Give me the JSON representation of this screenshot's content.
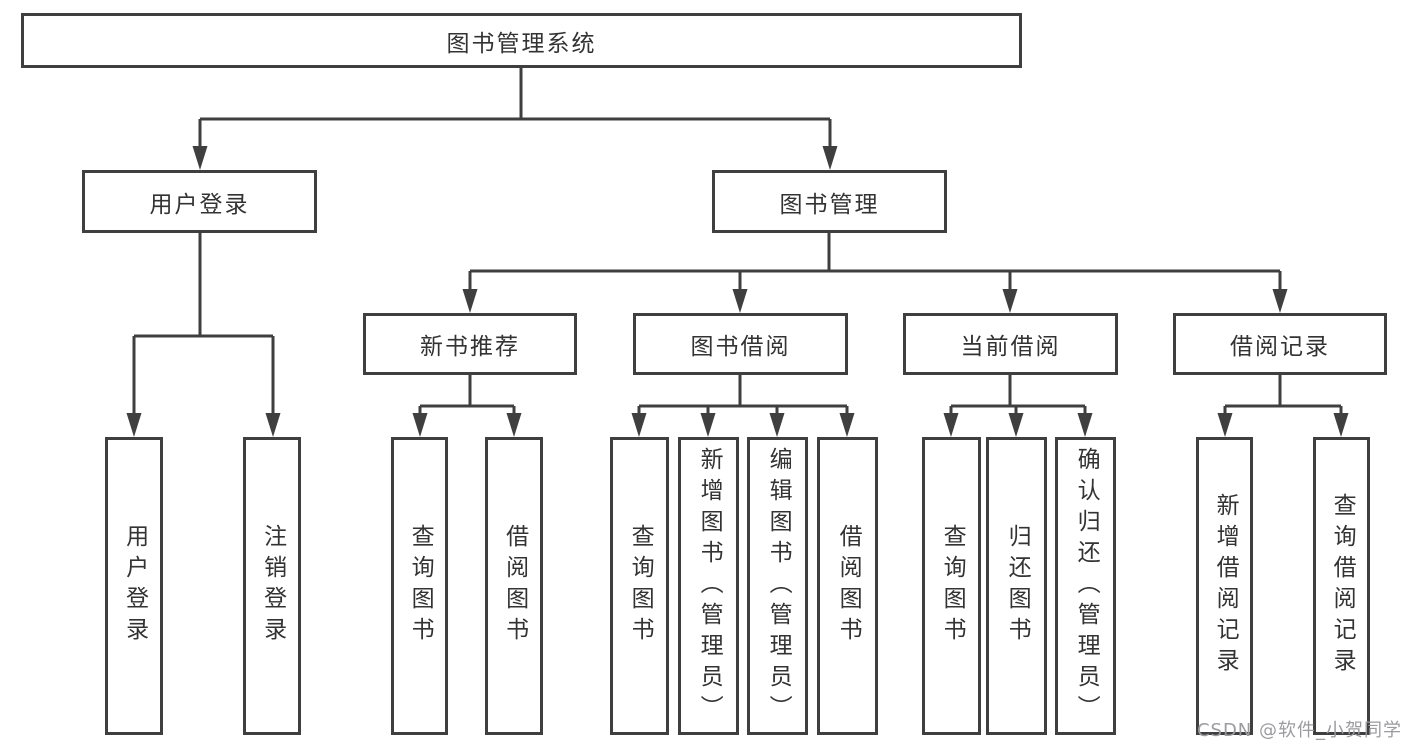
{
  "colors": {
    "line": "#3f3f3f",
    "box_border": "#3f3f3f",
    "text": "#333333",
    "background": "#ffffff",
    "watermark": "#9b9ba0"
  },
  "tree": {
    "root": {
      "label": "图书管理系统"
    },
    "user_login": {
      "label": "用户登录",
      "children": {
        "login": {
          "label": "用户登录"
        },
        "logout": {
          "label": "注销登录"
        }
      }
    },
    "book_management": {
      "label": "图书管理",
      "children": {
        "new_book_rec": {
          "label": "新书推荐",
          "children": {
            "query": {
              "label": "查询图书"
            },
            "borrow": {
              "label": "借阅图书"
            }
          }
        },
        "book_borrow": {
          "label": "图书借阅",
          "children": {
            "query": {
              "label": "查询图书"
            },
            "add": {
              "label": "新增图书（管理员）"
            },
            "edit": {
              "label": "编辑图书（管理员）"
            },
            "borrow": {
              "label": "借阅图书"
            }
          }
        },
        "current_borrow": {
          "label": "当前借阅",
          "children": {
            "query": {
              "label": "查询图书"
            },
            "return": {
              "label": "归还图书"
            },
            "confirm": {
              "label": "确认归还（管理员）"
            }
          }
        },
        "borrow_record": {
          "label": "借阅记录",
          "children": {
            "add": {
              "label": "新增借阅记录"
            },
            "query": {
              "label": "查询借阅记录"
            }
          }
        }
      }
    }
  },
  "watermark": {
    "text": "CSDN @软件_小贺同学"
  }
}
